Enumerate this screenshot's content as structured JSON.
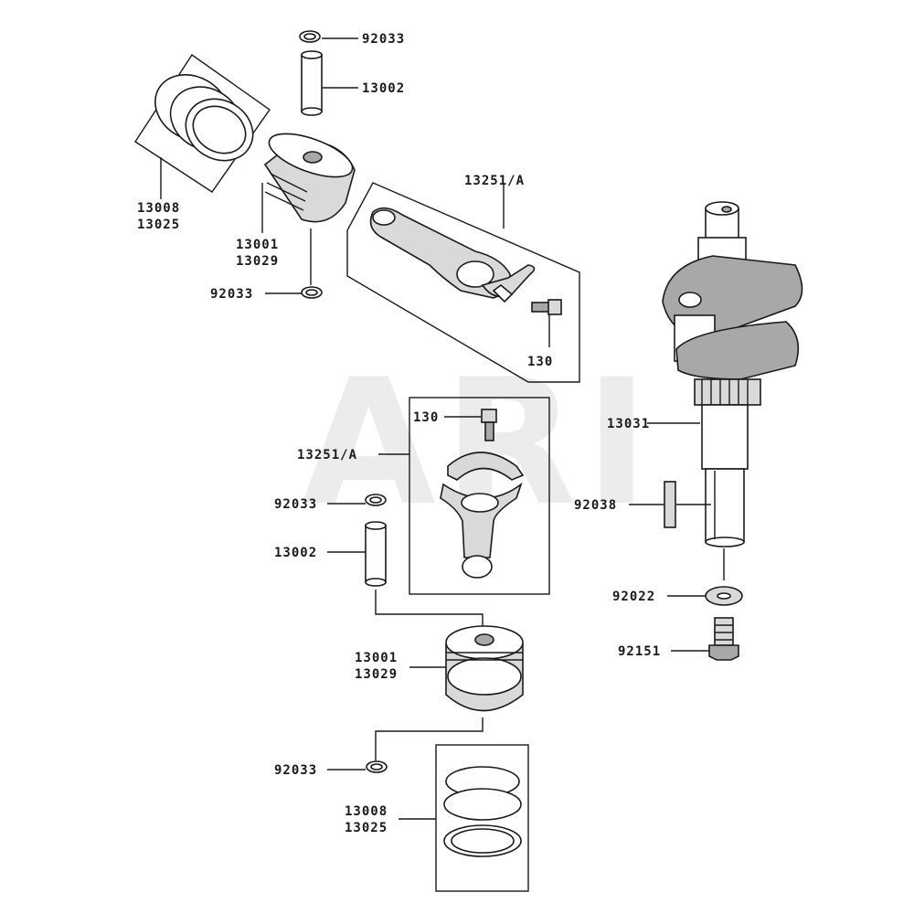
{
  "watermark": "ARI",
  "labels": {
    "top_clip": "92033",
    "top_pin": "13002",
    "top_rings_a": "13008",
    "top_rings_b": "13025",
    "top_piston_a": "13001",
    "top_piston_b": "13029",
    "top_clip_lower": "92033",
    "top_rod": "13251/A",
    "top_bolt": "130",
    "mid_bolt": "130",
    "mid_rod": "13251/A",
    "mid_clip": "92033",
    "mid_pin": "13002",
    "crankshaft": "13031",
    "key": "92038",
    "washer": "92022",
    "bolt": "92151",
    "low_piston_a": "13001",
    "low_piston_b": "13029",
    "low_clip": "92033",
    "low_rings_a": "13008",
    "low_rings_b": "13025"
  },
  "colors": {
    "line": "#1a1a1a",
    "shade": "#d9d9d9",
    "dark": "#a8a8a8",
    "watermark": "#ececec"
  }
}
